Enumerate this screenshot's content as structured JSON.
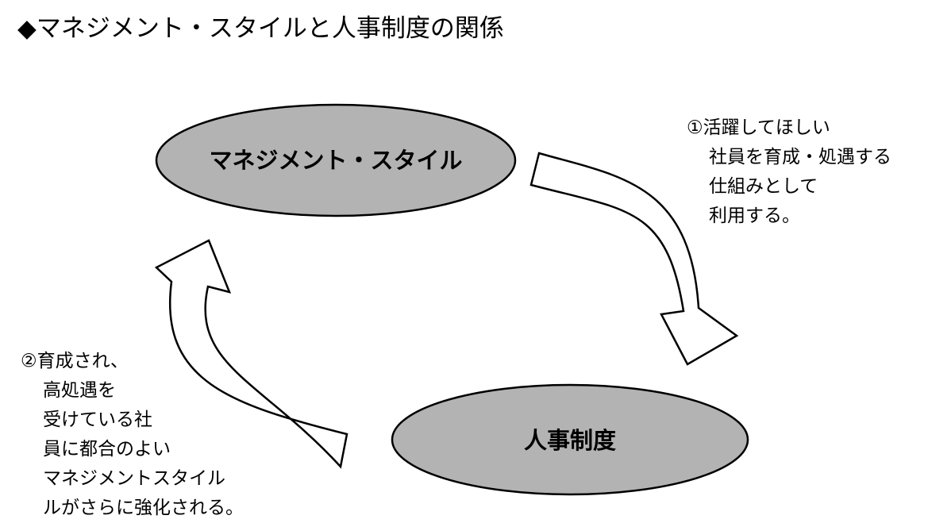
{
  "title": "◆マネジメント・スタイルと人事制度の関係",
  "nodes": {
    "management_style": "マネジメント・スタイル",
    "hr_system": "人事制度"
  },
  "notes": {
    "note1": [
      "①活躍してほしい",
      "社員を育成・処遇する",
      "仕組みとして",
      "利用する。"
    ],
    "note2": [
      "②育成され、",
      "高処遇を",
      "受けている社",
      "員に都合のよい",
      "マネジメントスタイル",
      "ルがさらに強化される。"
    ]
  },
  "colors": {
    "ellipse_fill": "#b3b3b3",
    "arrow_fill": "#ffffff",
    "stroke": "#000000"
  }
}
